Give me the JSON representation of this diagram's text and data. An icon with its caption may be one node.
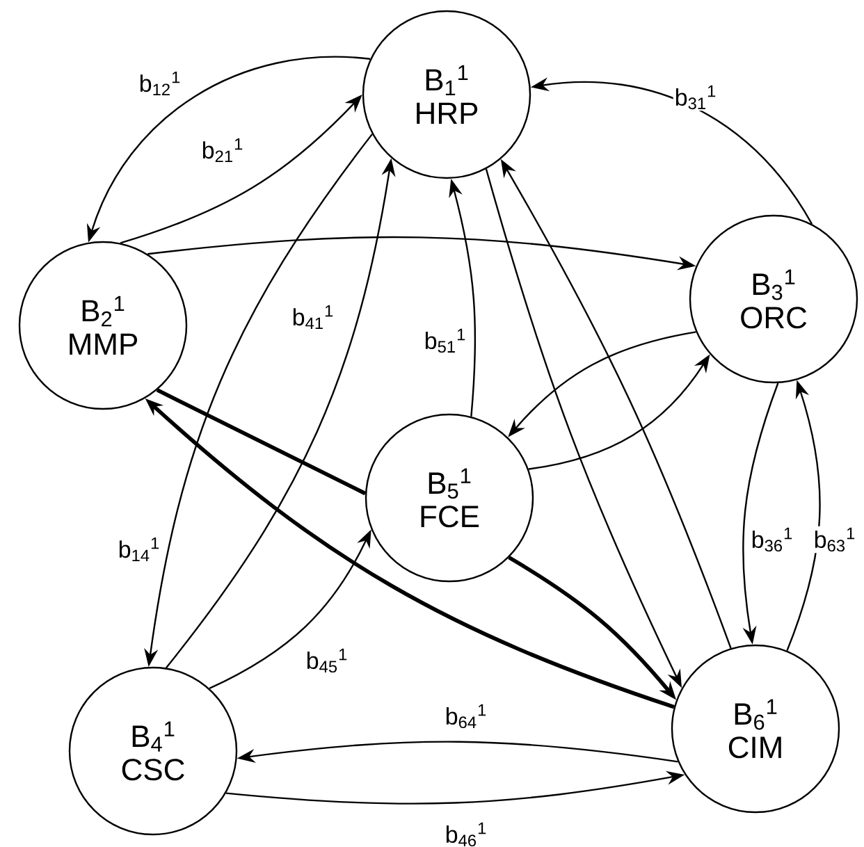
{
  "diagram": {
    "nodes": [
      {
        "text": [
          "B$_{1}$$^{1}$",
          "HRP"
        ]
      },
      {
        "text": [
          "B$_{2}$$^{1}$",
          "MMP"
        ]
      },
      {
        "text": [
          "B$_{3}$$^{1}$",
          "ORC"
        ]
      },
      {
        "text": [
          "B$_{4}$$^{1}$",
          "CSC"
        ]
      },
      {
        "text": [
          "B$_{5}$$^{1}$",
          "FCE"
        ]
      },
      {
        "text": [
          "B$_{6}$$^{1}$",
          "CIM"
        ]
      }
    ],
    "edges": [
      {
        "from": 0,
        "to": 1,
        "arrow": "to",
        "label": "b$_{12}$$^{1}$"
      },
      {
        "from": 1,
        "to": 0,
        "arrow": "to",
        "label": "b$_{21}$$^{1}$"
      },
      {
        "from": 1,
        "to": 2,
        "arrow": "to"
      },
      {
        "from": 2,
        "to": 0,
        "arrow": "to",
        "label": "b$_{31}$$^{1}$"
      },
      {
        "from": 0,
        "to": 3,
        "arrow": "to",
        "label": "b$_{14}$$^{1}$"
      },
      {
        "from": 3,
        "to": 0,
        "arrow": "to",
        "label": "b$_{41}$$^{1}$"
      },
      {
        "from": 4,
        "to": 0,
        "arrow": "to",
        "label": "b$_{51}$$^{1}$"
      },
      {
        "from": 0,
        "to": 5,
        "arrow": "to"
      },
      {
        "from": 5,
        "to": 0,
        "arrow": "to"
      },
      {
        "from": 2,
        "to": 4,
        "arrow": "to"
      },
      {
        "from": 4,
        "to": 2,
        "arrow": "to"
      },
      {
        "from": 4,
        "to": 1,
        "arrow": "none",
        "style": "thick"
      },
      {
        "from": 5,
        "to": 1,
        "arrow": "to",
        "style": "thick"
      },
      {
        "from": 4,
        "to": 5,
        "arrow": "to",
        "style": "thick"
      },
      {
        "from": 3,
        "to": 4,
        "arrow": "to",
        "label": "b$_{45}$$^{1}$"
      },
      {
        "from": 2,
        "to": 5,
        "arrow": "to",
        "label": "b$_{36}$$^{1}$"
      },
      {
        "from": 5,
        "to": 2,
        "arrow": "to",
        "label": "b$_{63}$$^{1}$"
      },
      {
        "from": 5,
        "to": 3,
        "arrow": "to",
        "label": "b$_{64}$$^{1}$"
      },
      {
        "from": 3,
        "to": 5,
        "arrow": "to",
        "label": "b$_{46}$$^{1}$"
      }
    ]
  }
}
